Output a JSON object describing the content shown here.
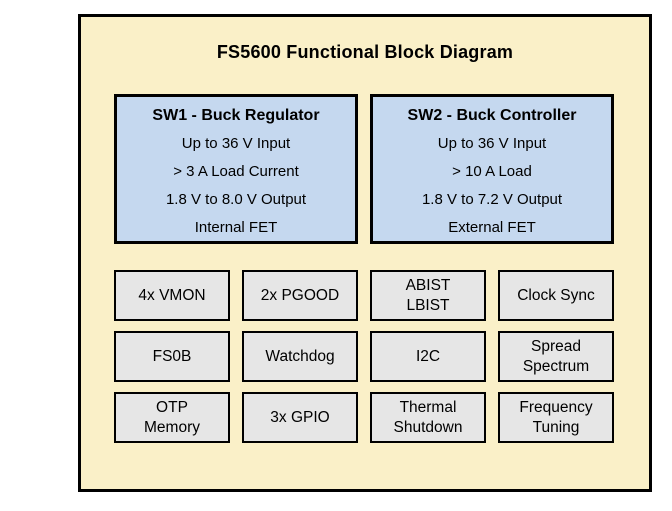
{
  "title": "FS5600 Functional Block Diagram",
  "colors": {
    "frame_fill": "#FAF0C8",
    "sw_block_fill": "#C5D8EF",
    "feature_block_fill": "#E6E6E6",
    "border": "#000000",
    "page_background": "#FFFFFF"
  },
  "sw_blocks": [
    {
      "title": "SW1 - Buck Regulator",
      "body": "Up to 36 V Input\n> 3 A Load Current\n1.8 V to 8.0 V Output\nInternal FET"
    },
    {
      "title": "SW2 - Buck Controller",
      "body": "Up to 36 V Input\n> 10 A Load\n1.8 V to 7.2 V Output\nExternal FET"
    }
  ],
  "features": [
    {
      "label": "4x VMON"
    },
    {
      "label": "2x PGOOD"
    },
    {
      "label": "ABIST\nLBIST"
    },
    {
      "label": "Clock Sync"
    },
    {
      "label": "FS0B"
    },
    {
      "label": "Watchdog"
    },
    {
      "label": "I2C"
    },
    {
      "label": "Spread\nSpectrum"
    },
    {
      "label": "OTP\nMemory"
    },
    {
      "label": "3x GPIO"
    },
    {
      "label": "Thermal\nShutdown"
    },
    {
      "label": "Frequency\nTuning"
    }
  ]
}
